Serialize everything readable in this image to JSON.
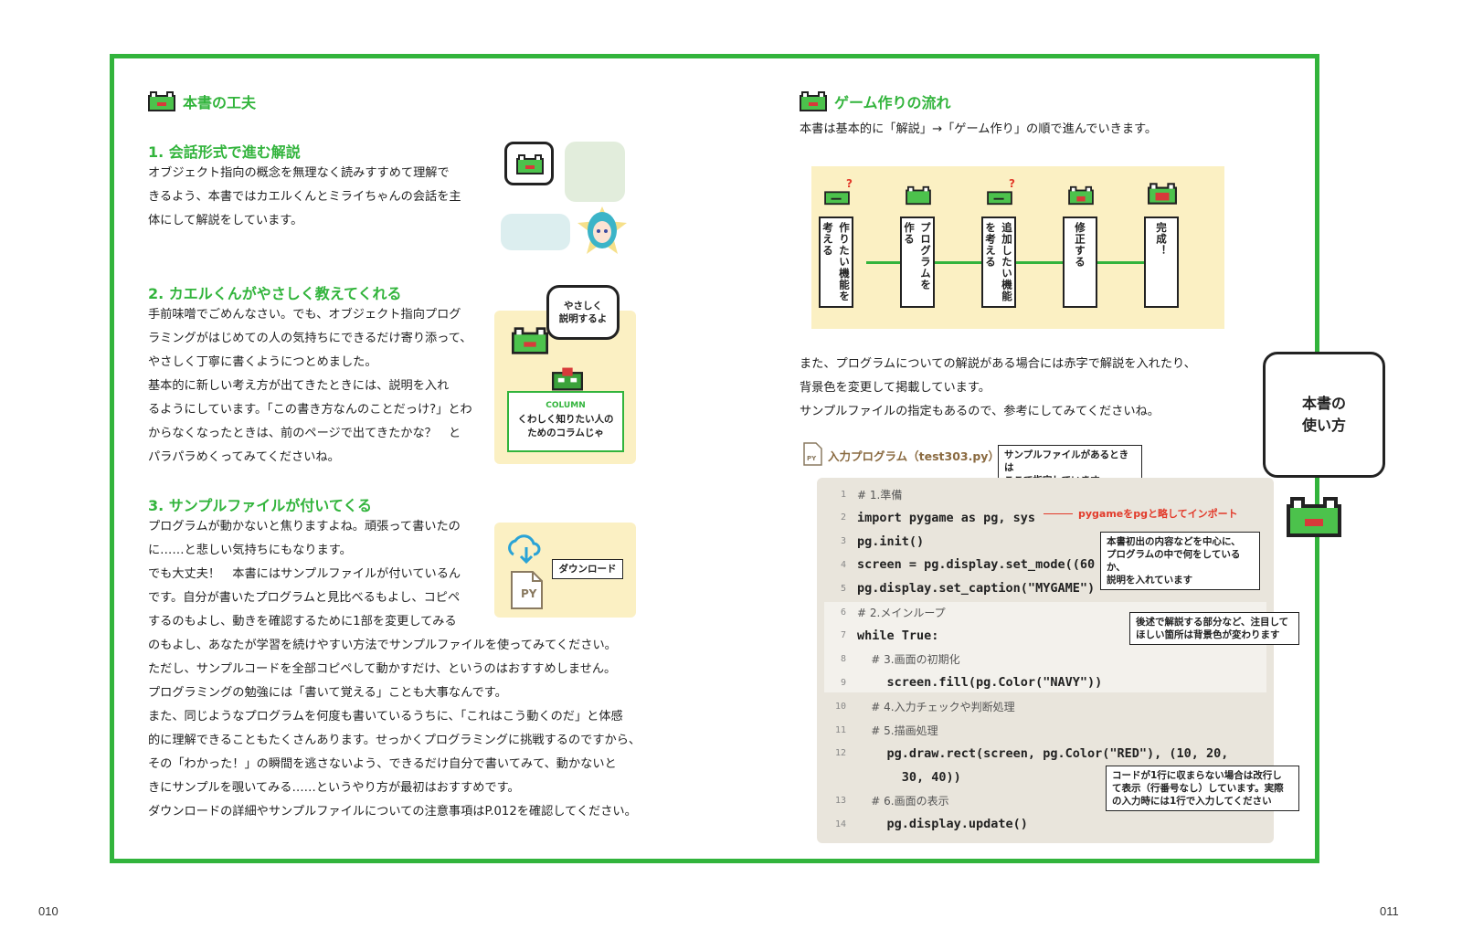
{
  "page_numbers": {
    "left": "010",
    "right": "011"
  },
  "left": {
    "heading": "本書の工夫",
    "sections": [
      {
        "title": "1. 会話形式で進む解説",
        "body": "オブジェクト指向の概念を無理なく読みすすめて理解で\nきるよう、本書ではカエルくんとミライちゃんの会話を主\n体にして解説をしています。"
      },
      {
        "title": "2. カエルくんがやさしく教えてくれる",
        "body": "手前味噌でごめんなさい。でも、オブジェクト指向プログ\nラミングがはじめての人の気持ちにできるだけ寄り添って、\nやさしく丁寧に書くようにつとめました。\n基本的に新しい考え方が出てきたときには、説明を入れ\nるようにしています。「この書き方なんのことだっけ?」とわ\nからなくなったときは、前のページで出てきたかな？　と\nパラパラめくってみてくださいね。"
      },
      {
        "title": "3. サンプルファイルが付いてくる",
        "body": "プログラムが動かないと焦りますよね。頑張って書いたの\nに……と悲しい気持ちにもなります。\nでも大丈夫！　本書にはサンプルファイルが付いているん\nです。自分が書いたプログラムと見比べるもよし、コピペ\nするのもよし、動きを確認するために1部を変更してみる\nのもよし、あなたが学習を続けやすい方法でサンプルファイルを使ってみてください。\nただし、サンプルコードを全部コピペして動かすだけ、というのはおすすめしません。\nプログラミングの勉強には「書いて覚える」ことも大事なんです。\nまた、同じようなプログラムを何度も書いているうちに、「これはこう動くのだ」と体感\n的に理解できることもたくさんあります。せっかくプログラミングに挑戦するのですから、\nその「わかった！」の瞬間を逃さないよう、できるだけ自分で書いてみて、動かないと\nきにサンプルを覗いてみる……というやり方が最初はおすすめです。\nダウンロードの詳細やサンプルファイルについての注意事項はP.012を確認してください。"
      }
    ],
    "bubble_easy": "やさしく\n説明するよ",
    "column_label": "COLUMN",
    "column_text": "くわしく知りたい人の\nためのコラムじゃ",
    "download_label": "ダウンロード",
    "py_label": "PY"
  },
  "right": {
    "heading": "ゲーム作りの流れ",
    "intro": "本書は基本的に「解説」→「ゲーム作り」の順で進んでいきます。",
    "flow_steps": [
      {
        "cols": [
          "作りたい機能を",
          "考える"
        ]
      },
      {
        "cols": [
          "プログラムを",
          "作る"
        ]
      },
      {
        "cols": [
          "追加したい機能",
          "を考える"
        ]
      },
      {
        "cols": [
          "修正する"
        ]
      },
      {
        "cols": [
          "完成！"
        ]
      }
    ],
    "explain": "また、プログラムについての解説がある場合には赤字で解説を入れたり、\n背景色を変更して掲載しています。\nサンプルファイルの指定もあるので、参考にしてみてくださいね。",
    "side_badge": "本書の\n使い方",
    "file_label": "入力プログラム（test303.py）",
    "file_icon_text": "PY",
    "callouts": {
      "sample_file": "サンプルファイルがあるときは\nここで指定しています",
      "first_content": "本書初出の内容などを中心に、\nプログラムの中で何をしているか、\n説明を入れています",
      "highlight": "後述で解説する部分など、注目して\nほしい箇所は背景色が変わります",
      "wrap": "コードが1行に収まらない場合は改行し\nて表示（行番号なし）しています。実際\nの入力時には1行で入力してください"
    },
    "red_note": "pygameをpgと略してインポート",
    "code_lines": [
      {
        "n": "1",
        "text": "# 1.準備",
        "comment": true
      },
      {
        "n": "2",
        "text": "import pygame as pg, sys"
      },
      {
        "n": "3",
        "text": "pg.init()"
      },
      {
        "n": "4",
        "text": "screen = pg.display.set_mode((60"
      },
      {
        "n": "5",
        "text": "pg.display.set_caption(\"MYGAME\")"
      },
      {
        "n": "6",
        "text": "# 2.メインループ",
        "comment": true
      },
      {
        "n": "7",
        "text": "while True:"
      },
      {
        "n": "8",
        "text": "    # 3.画面の初期化",
        "comment": true
      },
      {
        "n": "9",
        "text": "    screen.fill(pg.Color(\"NAVY\"))"
      },
      {
        "n": "10",
        "text": "    # 4.入力チェックや判断処理",
        "comment": true
      },
      {
        "n": "11",
        "text": "    # 5.描画処理",
        "comment": true
      },
      {
        "n": "12",
        "text": "    pg.draw.rect(screen, pg.Color(\"RED\"), (10, 20,"
      },
      {
        "n": "",
        "text": "      30, 40))"
      },
      {
        "n": "13",
        "text": "    # 6.画面の表示",
        "comment": true
      },
      {
        "n": "14",
        "text": "    pg.display.update()"
      }
    ]
  },
  "colors": {
    "accent_green": "#32b43c",
    "panel_yellow": "#fbf0c3",
    "red_text": "#e23a2a",
    "code_bg": "#e9e5dc"
  }
}
